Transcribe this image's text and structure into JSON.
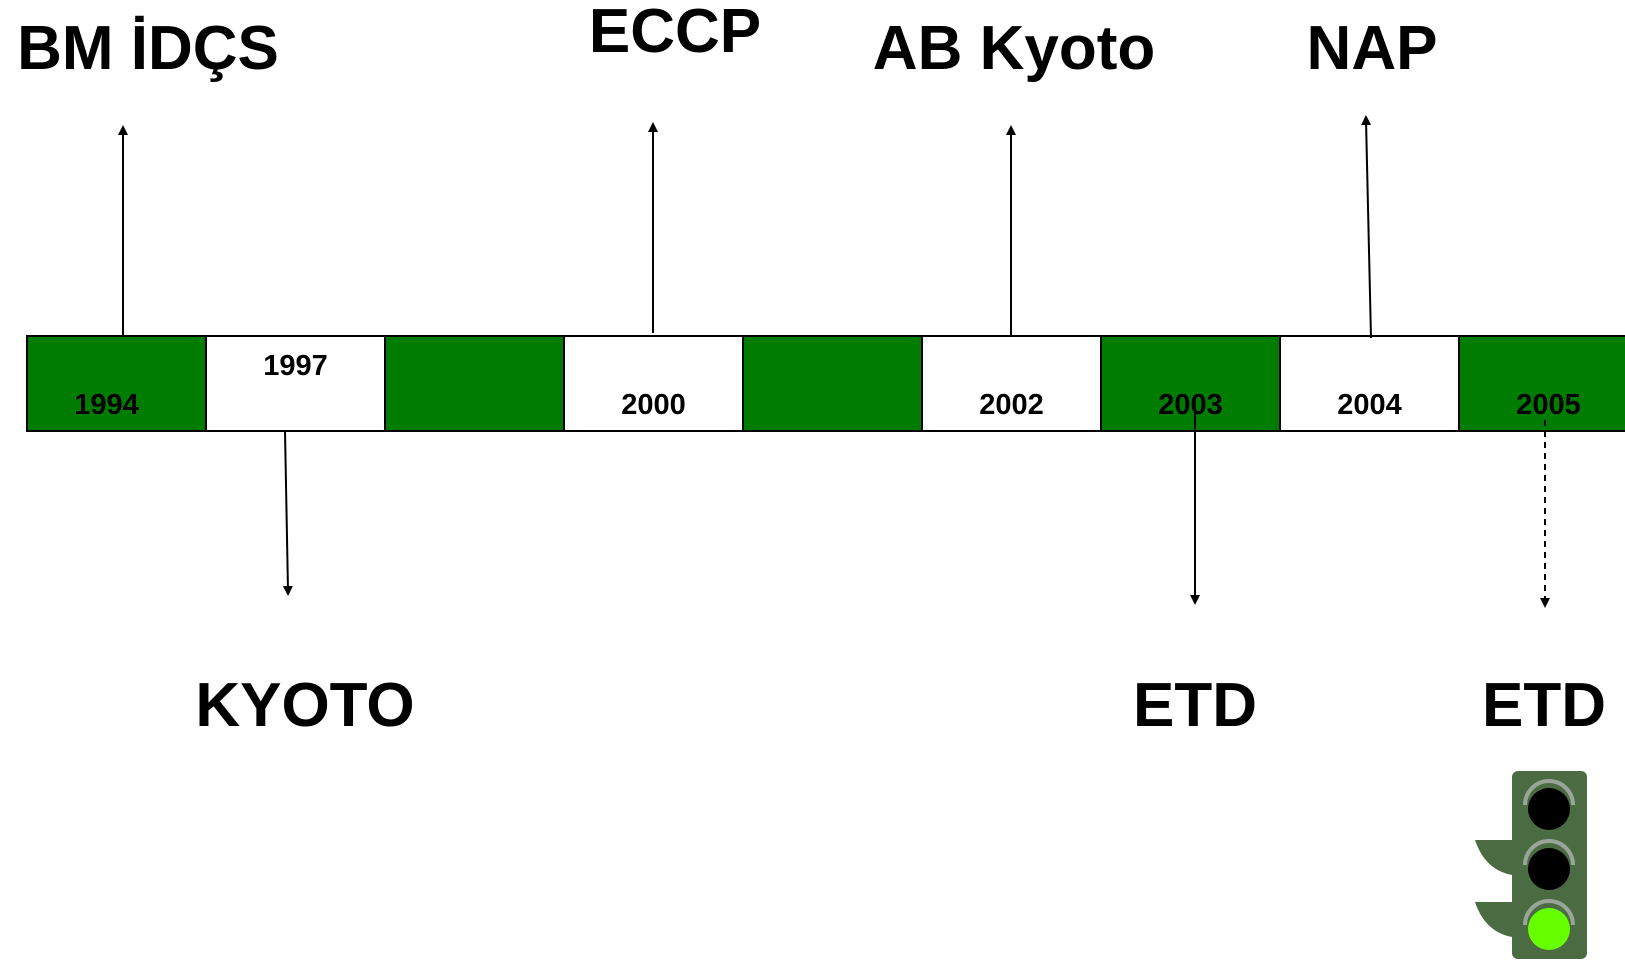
{
  "timeline": {
    "colors": {
      "green": "#007c00",
      "white": "#ffffff",
      "border": "#000000"
    },
    "segments": [
      {
        "year": "1994",
        "fill": "green"
      },
      {
        "year": "1997",
        "fill": "white"
      },
      {
        "year": "",
        "fill": "green"
      },
      {
        "year": "2000",
        "fill": "white"
      },
      {
        "year": "",
        "fill": "green"
      },
      {
        "year": "2002",
        "fill": "white"
      },
      {
        "year": "2003",
        "fill": "green"
      },
      {
        "year": "2004",
        "fill": "white"
      },
      {
        "year": "2005",
        "fill": "green"
      }
    ]
  },
  "events_above": [
    {
      "label": "BM İDÇS"
    },
    {
      "label": "ECCP"
    },
    {
      "label": "AB Kyoto"
    },
    {
      "label": "NAP"
    }
  ],
  "events_below": [
    {
      "label": "KYOTO"
    },
    {
      "label": "ETD"
    },
    {
      "label": "ETD"
    }
  ],
  "traffic_light": {
    "lights": [
      "off",
      "off",
      "green"
    ],
    "colors": {
      "housing": "#4b6b43",
      "off": "#000000",
      "green": "#66ff00"
    }
  }
}
